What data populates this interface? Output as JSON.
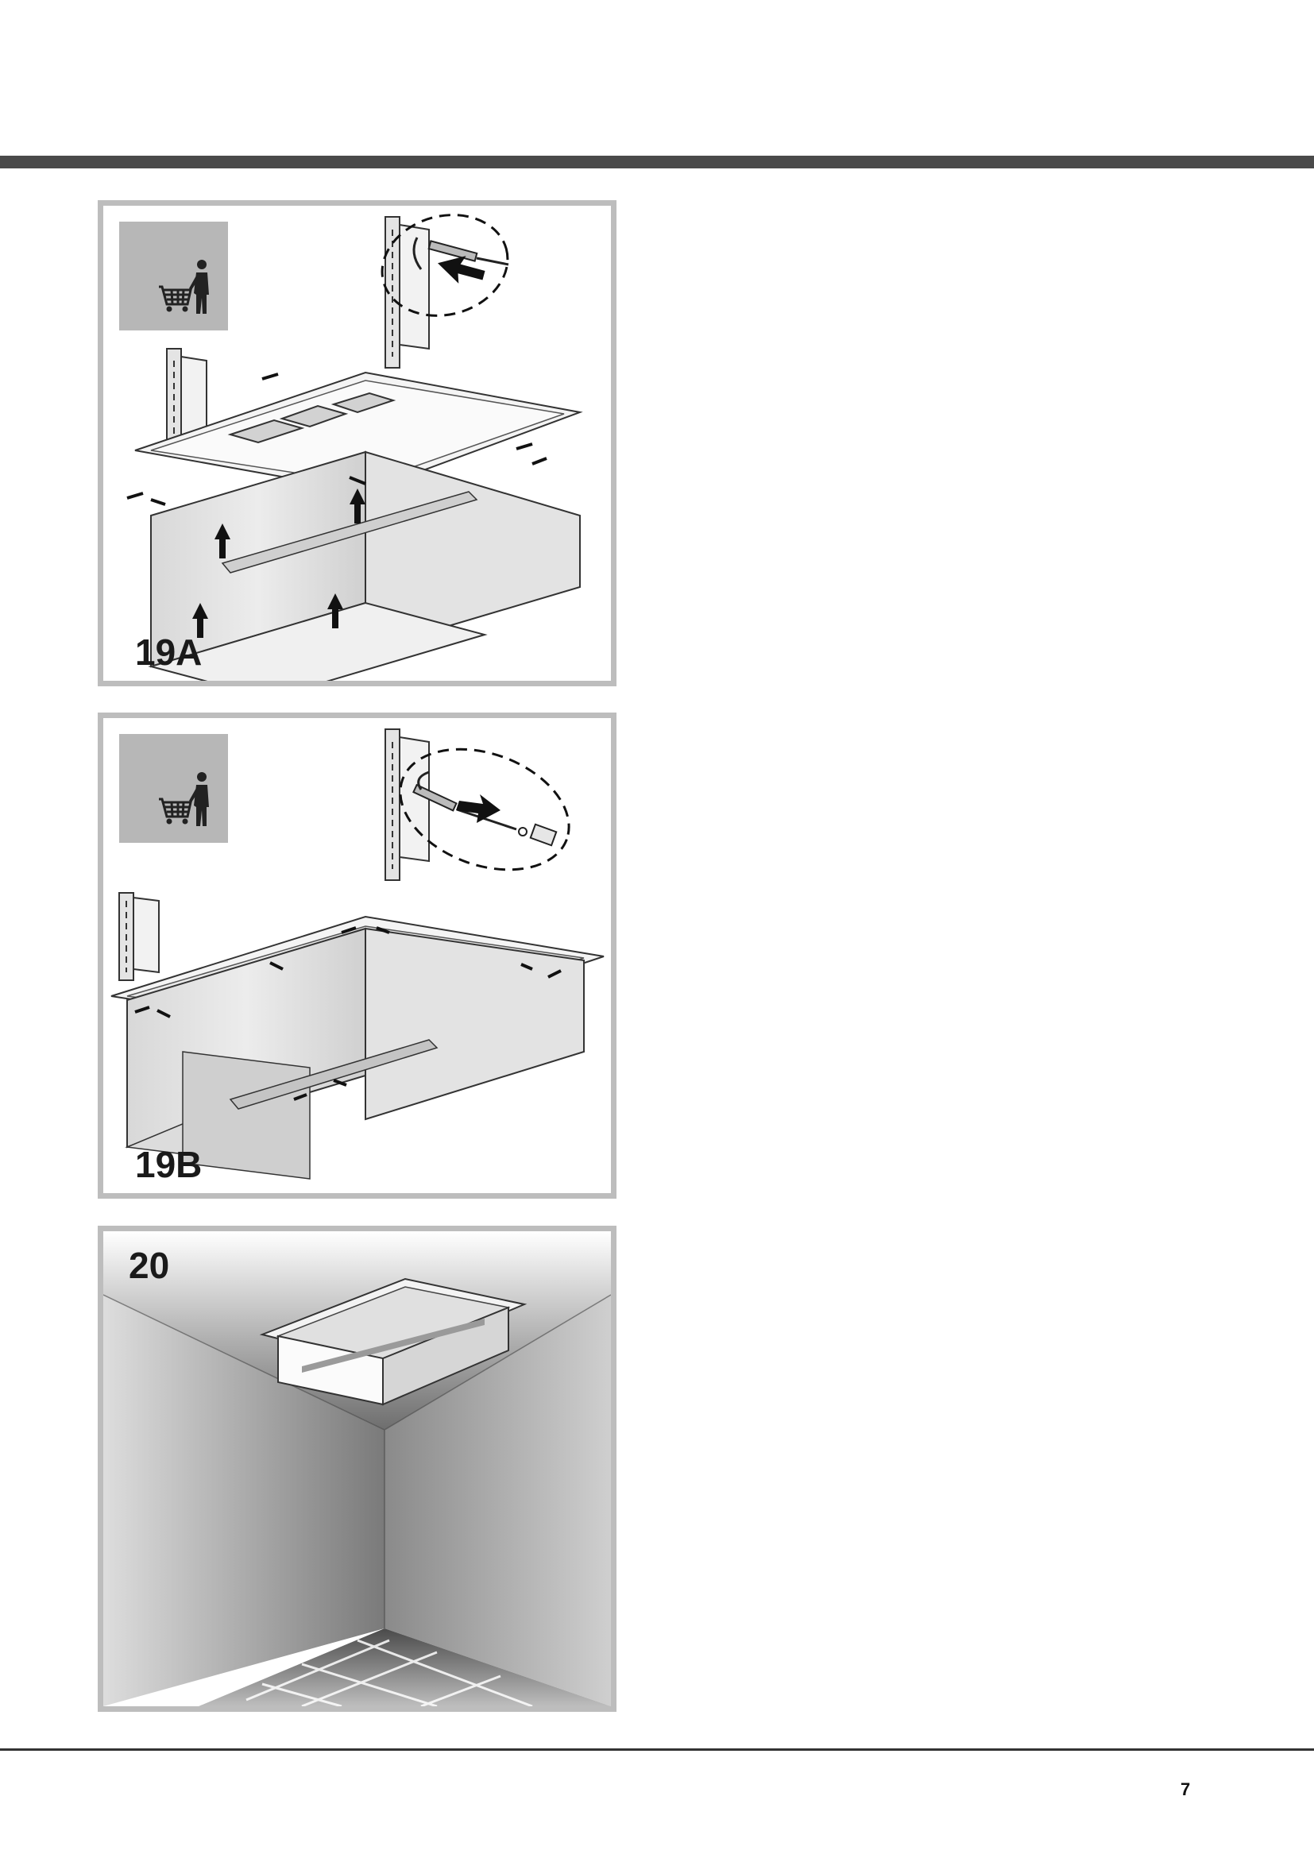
{
  "figures": [
    {
      "label": "19A",
      "icon": "shopping-cart-person-icon"
    },
    {
      "label": "19B",
      "icon": "shopping-cart-person-icon"
    },
    {
      "label": "20"
    }
  ],
  "page_number": "7",
  "colors": {
    "bar": "#4a4a4a",
    "frame": "#bdbdbd",
    "icon_bg": "#b7b7b7"
  }
}
